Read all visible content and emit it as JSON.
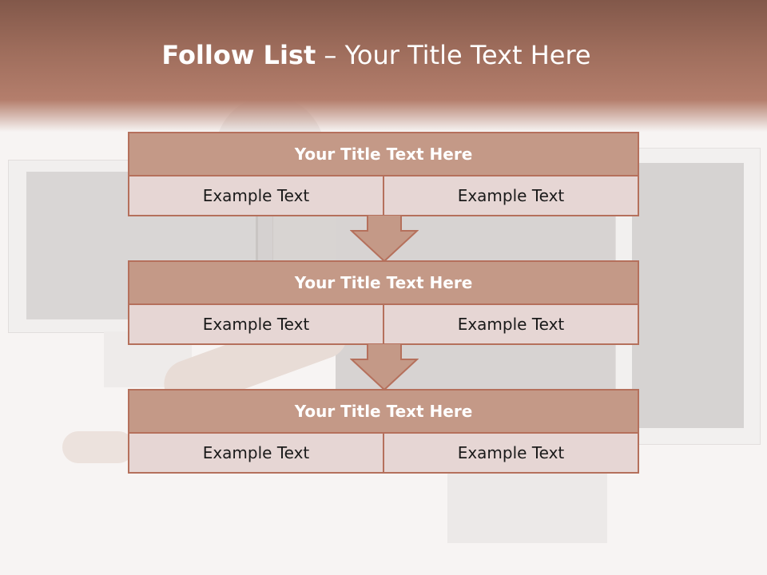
{
  "slide": {
    "title_bold": "Follow List",
    "title_rest": " – Your Title Text Here"
  },
  "blocks": [
    {
      "title": "Your Title Text Here",
      "left": "Example Text",
      "right": "Example Text"
    },
    {
      "title": "Your Title Text Here",
      "left": "Example Text",
      "right": "Example Text"
    },
    {
      "title": "Your Title Text Here",
      "left": "Example Text",
      "right": "Example Text"
    }
  ],
  "colors": {
    "header_dark": "#82584a",
    "header_light": "#b47e6c",
    "block_title_fill": "#c49987",
    "block_cell_fill": "#e6d6d4",
    "border": "#b5705c"
  }
}
